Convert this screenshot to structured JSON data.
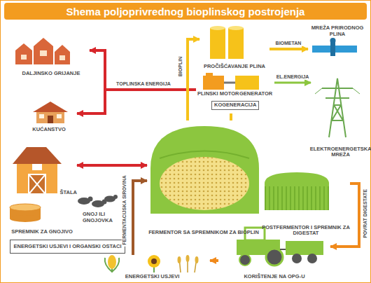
{
  "diagram": {
    "title": "Shema poljoprivrednog bioplinskog postrojenja",
    "nodes": [
      {
        "text": [
          "DALJINSKO GRIJANJE"
        ]
      },
      {
        "text": [
          "KUĆANSTVO"
        ]
      },
      {
        "text": [
          "ŠTALA"
        ]
      },
      {
        "text": [
          "PROČIŠĆAVANJE PLINA"
        ]
      },
      {
        "text": [
          "MREŽA PRIRODNOG PLINA"
        ]
      },
      {
        "text": [
          "PLINSKI MOTOR",
          "GENERATOR",
          "KOGENERACIJA"
        ]
      },
      {
        "text": [
          "ELEKTROENERGETSKA MREŽA"
        ]
      },
      {
        "text": [
          "FERMENTOR SA SPREMNIKOM ZA BIOPLIN"
        ]
      },
      {
        "text": [
          "POSTFERMENTOR I SPREMNIK ZA DIGESTAT"
        ]
      },
      {
        "text": [
          "SPREMNIK ZA GNOJIVO"
        ]
      },
      {
        "text": [
          "ENERGETSKI USJEVI I ORGANSKI OSTACI"
        ]
      },
      {
        "text": [
          "ENERGETSKI USJEVI"
        ]
      },
      {
        "text": [
          "KORIŠTENJE NA OPG-U"
        ]
      }
    ],
    "edges": [
      {
        "from": 5,
        "to": 0,
        "arrow": "to",
        "label": "TOPLINSKA ENERGIJA"
      },
      {
        "from": 5,
        "to": 1,
        "arrow": "to"
      },
      {
        "from": 2,
        "to": 7,
        "arrow": "both"
      },
      {
        "from": 7,
        "to": 3,
        "arrow": "to",
        "label": "BIOPLIN"
      },
      {
        "from": 3,
        "to": 4,
        "arrow": "to",
        "label": "BIOMETAN"
      },
      {
        "from": 7,
        "to": 5,
        "arrow": "none"
      },
      {
        "from": 5,
        "to": 6,
        "arrow": "to",
        "label": "EL.ENERGIJA"
      },
      {
        "from": 11,
        "to": 7,
        "arrow": "to",
        "label": "FERMENTACIJSKA SIROVINA"
      },
      {
        "from": 8,
        "to": 12,
        "arrow": "to",
        "label": "POVRAT DIGESTATE"
      },
      {
        "from": 12,
        "to": 11,
        "arrow": "to"
      }
    ],
    "labels": [
      "GNOJ ILI GNOJOVKA"
    ]
  }
}
